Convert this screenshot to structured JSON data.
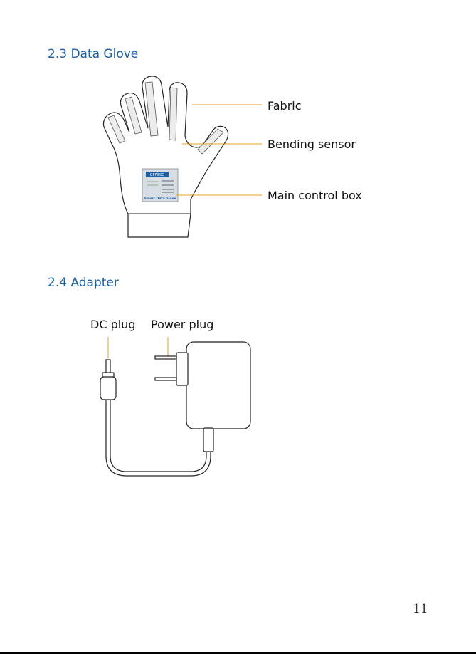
{
  "sections": {
    "glove": {
      "heading": "2.3 Data Glove",
      "labels": {
        "fabric": "Fabric",
        "bending_sensor": "Bending sensor",
        "main_control_box": "Main control box"
      },
      "control_box": {
        "brand": "GFRESO",
        "title": "Smart Data Glove"
      }
    },
    "adapter": {
      "heading": "2.4 Adapter",
      "labels": {
        "dc_plug": "DC plug",
        "power_plug": "Power plug"
      }
    }
  },
  "page_number": "11",
  "colors": {
    "heading": "#1a5fa8",
    "leader_line": "#e8a020",
    "outline": "#222222",
    "sensor_fill": "#ececec",
    "control_box_fill": "#d7dde4"
  }
}
